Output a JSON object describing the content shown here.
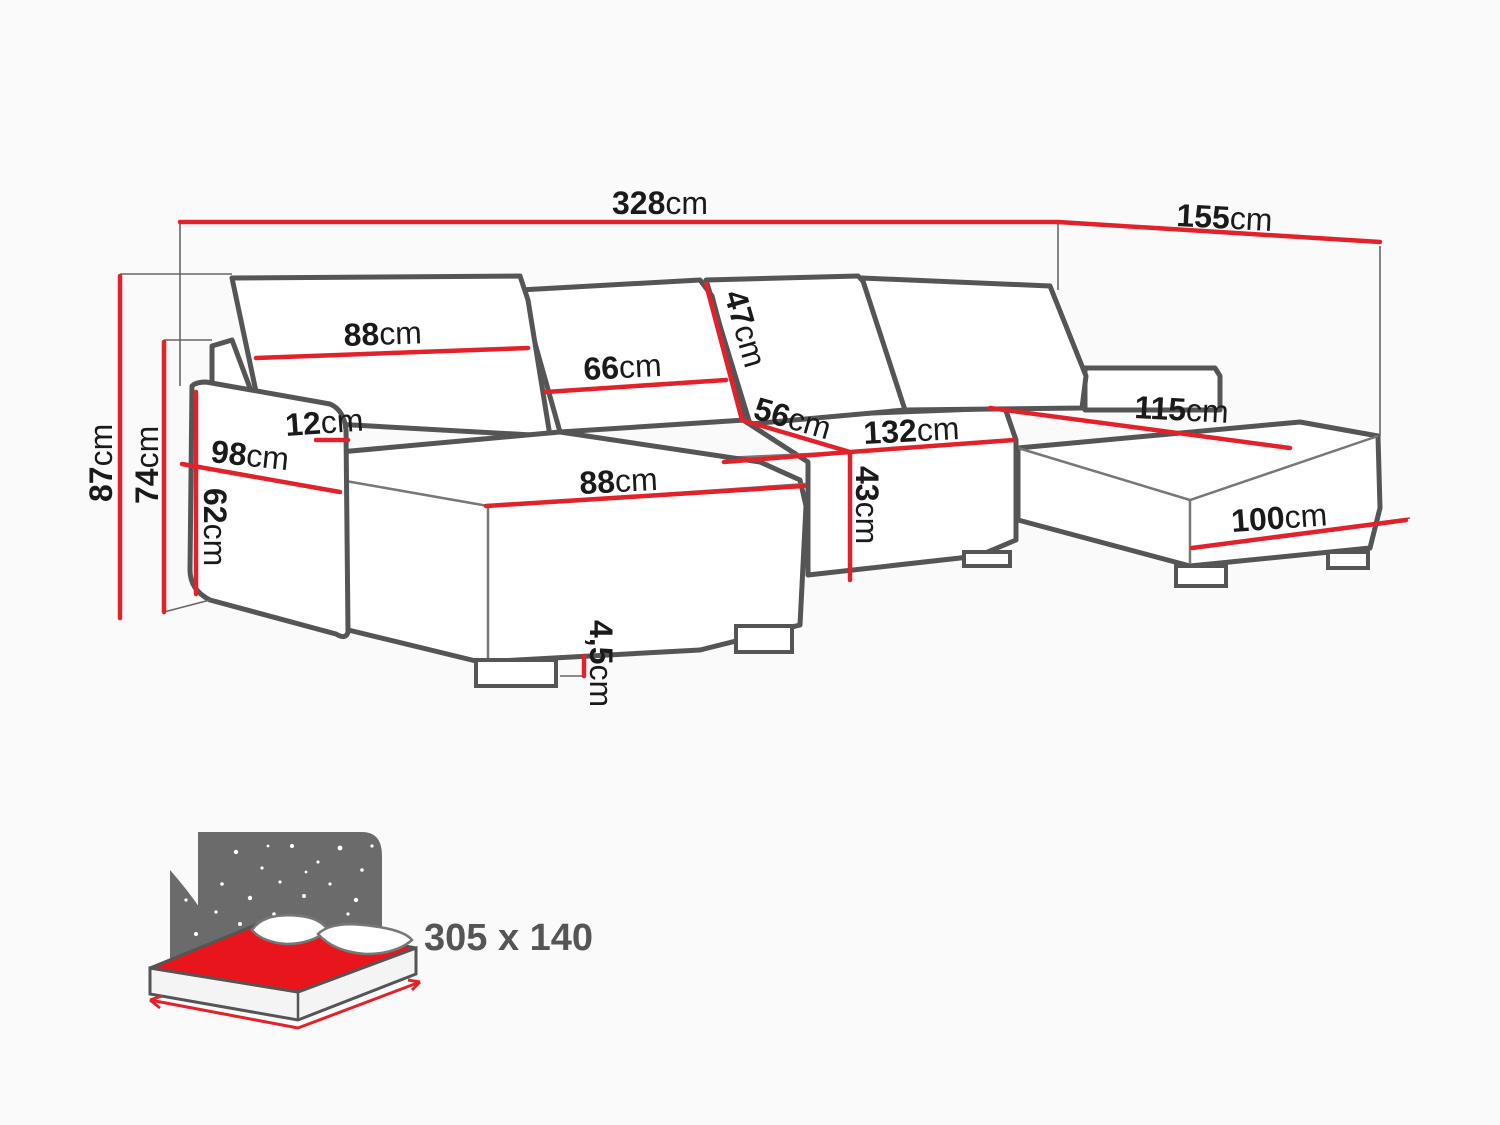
{
  "dimensions": {
    "total_width": {
      "value": "328",
      "unit": "cm"
    },
    "chaise_depth_right": {
      "value": "155",
      "unit": "cm"
    },
    "height_total": {
      "value": "87",
      "unit": "cm"
    },
    "height_back": {
      "value": "74",
      "unit": "cm"
    },
    "armrest_height": {
      "value": "62",
      "unit": "cm"
    },
    "armrest_depth": {
      "value": "98",
      "unit": "cm"
    },
    "armrest_width": {
      "value": "12",
      "unit": "cm"
    },
    "cushion_left_width": {
      "value": "88",
      "unit": "cm"
    },
    "cushion_mid_width": {
      "value": "66",
      "unit": "cm"
    },
    "cushion_height": {
      "value": "47",
      "unit": "cm"
    },
    "seat_depth": {
      "value": "56",
      "unit": "cm"
    },
    "middle_width": {
      "value": "132",
      "unit": "cm"
    },
    "seat_height": {
      "value": "43",
      "unit": "cm"
    },
    "chaise_left_width": {
      "value": "88",
      "unit": "cm"
    },
    "chaise_right_length": {
      "value": "115",
      "unit": "cm"
    },
    "chaise_right_width": {
      "value": "100",
      "unit": "cm"
    },
    "leg_height": {
      "value": "4,5",
      "unit": "cm"
    }
  },
  "bed": {
    "size_label": "305 x 140"
  },
  "colors": {
    "dimension_line": "#e2222a",
    "outline": "#555555",
    "bed_surface": "#e8161c",
    "night_sky": "#6b6b6b"
  },
  "icons": {
    "bed": "sleeping-bed-icon",
    "stars": "night-stars-icon"
  }
}
